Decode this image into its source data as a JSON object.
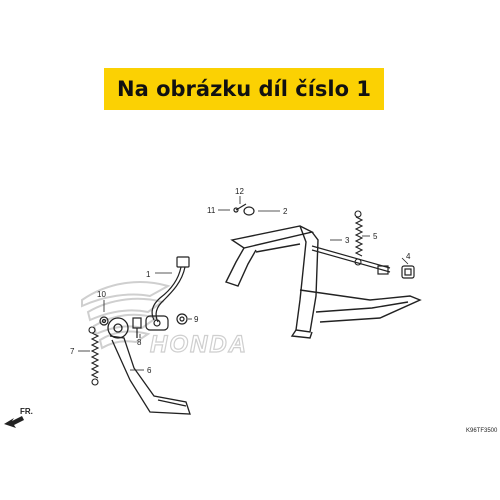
{
  "banner": {
    "text": "Na obrázku díl číslo 1",
    "color": "#fbd103"
  },
  "watermark": {
    "brand": "HONDA"
  },
  "direction": {
    "label": "FR."
  },
  "code": {
    "text": "K96TF3500"
  },
  "callouts": [
    "1",
    "2",
    "3",
    "4",
    "5",
    "6",
    "7",
    "8",
    "9",
    "10",
    "11",
    "12"
  ]
}
